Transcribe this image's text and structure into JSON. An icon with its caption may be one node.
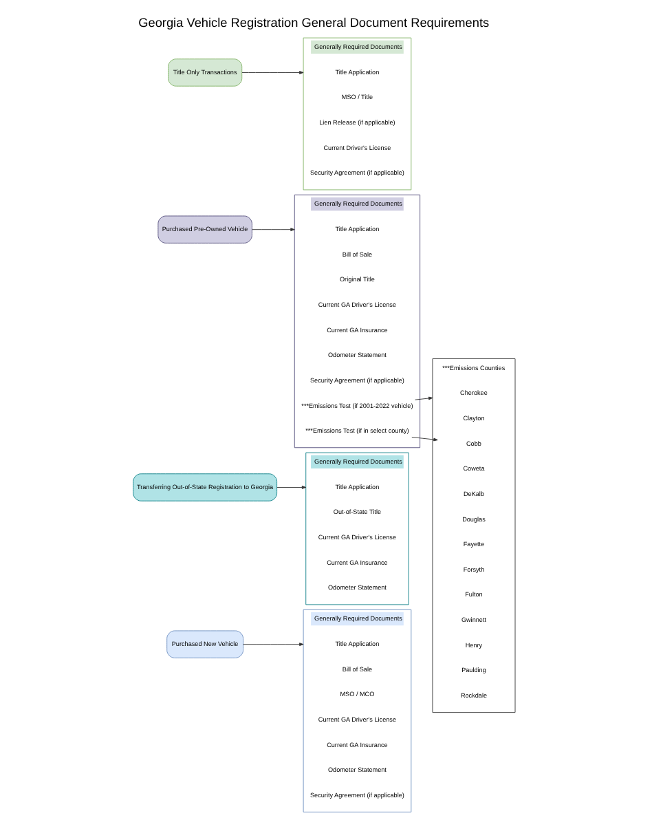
{
  "diagram": {
    "title": "Georgia Vehicle Registration General Document Requirements",
    "nodes": [
      {
        "text": [
          "Purchased New Vehicle"
        ]
      },
      {
        "text": [
          "Generally Required Documents"
        ]
      },
      {
        "text": [
          "Title Application"
        ],
        "in": 1
      },
      {
        "text": [
          "Bill of Sale"
        ],
        "in": 1
      },
      {
        "text": [
          "MSO / MCO"
        ],
        "in": 1
      },
      {
        "text": [
          "Current GA Driver's License"
        ],
        "in": 1
      },
      {
        "text": [
          "Current GA Insurance"
        ],
        "in": 1
      },
      {
        "text": [
          "Odometer Statement"
        ],
        "in": 1
      },
      {
        "text": [
          "Security Agreement (if applicable)"
        ],
        "in": 1
      },
      {
        "text": [
          "Transferring Out-of-State Registration to Georgia"
        ]
      },
      {
        "text": [
          "Generally Required Documents"
        ]
      },
      {
        "text": [
          "Title Application"
        ],
        "in": 10
      },
      {
        "text": [
          "Out-of-State Title"
        ],
        "in": 10
      },
      {
        "text": [
          "Current GA Driver's License"
        ],
        "in": 10
      },
      {
        "text": [
          "Current GA Insurance"
        ],
        "in": 10
      },
      {
        "text": [
          "Odometer Statement"
        ],
        "in": 10
      },
      {
        "text": [
          "Purchased Pre-Owned Vehicle"
        ]
      },
      {
        "text": [
          "Generally Required Documents"
        ]
      },
      {
        "text": [
          "Title Application"
        ],
        "in": 17
      },
      {
        "text": [
          "Bill of Sale"
        ],
        "in": 17
      },
      {
        "text": [
          "Original Title"
        ],
        "in": 17
      },
      {
        "text": [
          "Current GA Driver's License"
        ],
        "in": 17
      },
      {
        "text": [
          "Current GA Insurance"
        ],
        "in": 17
      },
      {
        "text": [
          "Odometer Statement"
        ],
        "in": 17
      },
      {
        "text": [
          "Security Agreement (if applicable)"
        ],
        "in": 17
      },
      {
        "text": [
          "***Emissions Test (if 2001-2022 vehicle)"
        ],
        "in": 17
      },
      {
        "text": [
          "***Emissions Test (if in select county)"
        ],
        "in": 17
      },
      {
        "text": [
          "Title Only Transactions"
        ]
      },
      {
        "text": [
          "Generally Required Documents"
        ]
      },
      {
        "text": [
          "Title Application"
        ],
        "in": 28
      },
      {
        "text": [
          "MSO / Title"
        ],
        "in": 28
      },
      {
        "text": [
          "Lien Release (if applicable)"
        ],
        "in": 28
      },
      {
        "text": [
          "Current Driver's License"
        ],
        "in": 28
      },
      {
        "text": [
          "Security Agreement (if applicable)"
        ],
        "in": 28
      },
      {
        "text": [
          "***Emissions Counties"
        ]
      },
      {
        "text": [
          "Cherokee"
        ],
        "in": 34
      },
      {
        "text": [
          "Clayton"
        ],
        "in": 34
      },
      {
        "text": [
          "Cobb"
        ],
        "in": 34
      },
      {
        "text": [
          "Coweta"
        ],
        "in": 34
      },
      {
        "text": [
          "DeKalb"
        ],
        "in": 34
      },
      {
        "text": [
          "Douglas"
        ],
        "in": 34
      },
      {
        "text": [
          "Fayette"
        ],
        "in": 34
      },
      {
        "text": [
          "Forsyth"
        ],
        "in": 34
      },
      {
        "text": [
          "Fulton"
        ],
        "in": 34
      },
      {
        "text": [
          "Gwinnett"
        ],
        "in": 34
      },
      {
        "text": [
          "Henry"
        ],
        "in": 34
      },
      {
        "text": [
          "Paulding"
        ],
        "in": 34
      },
      {
        "text": [
          "Rockdale"
        ],
        "in": 34
      }
    ],
    "edges": [
      {
        "from": 0,
        "to": 1,
        "arrow": "to"
      },
      {
        "from": 9,
        "to": 10,
        "arrow": "to"
      },
      {
        "from": 16,
        "to": 17,
        "arrow": "to"
      },
      {
        "from": 27,
        "to": 28,
        "arrow": "to"
      },
      {
        "from": 25,
        "to": 34,
        "arrow": "to"
      },
      {
        "from": 26,
        "to": 37,
        "arrow": "to"
      }
    ]
  }
}
